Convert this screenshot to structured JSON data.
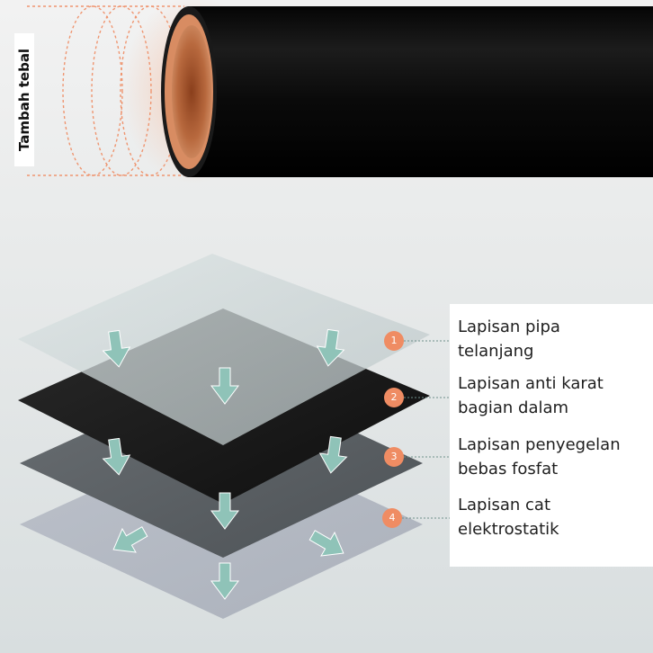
{
  "side_label": "Tambah tebal",
  "layers": [
    {
      "number": "1",
      "lines": [
        "Lapisan pipa",
        "telanjang"
      ]
    },
    {
      "number": "2",
      "lines": [
        "Lapisan anti karat",
        "bagian dalam"
      ]
    },
    {
      "number": "3",
      "lines": [
        "Lapisan penyegelan",
        "bebas fosfat"
      ]
    },
    {
      "number": "4",
      "lines": [
        "Lapisan cat",
        "elektrostatik"
      ]
    }
  ],
  "colors": {
    "accent": "#ef8c63",
    "arrow": "#8fc3b8",
    "pipe": "#0d0d0d",
    "copper": "#b8693e"
  }
}
